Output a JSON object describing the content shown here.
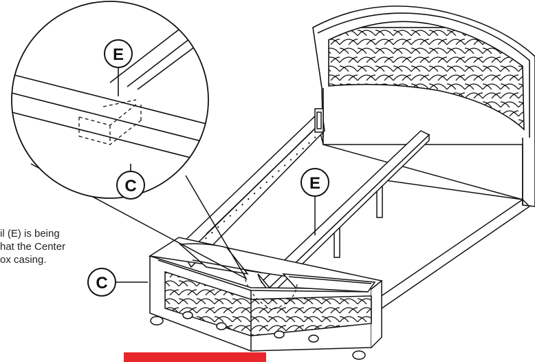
{
  "labels": {
    "rail": "E",
    "casing": "C"
  },
  "note_lines": [
    "il (E) is being",
    "hat the Center",
    "ox casing."
  ],
  "colors": {
    "line": "#111111",
    "accent": "#e8262b",
    "background": "#ffffff"
  }
}
